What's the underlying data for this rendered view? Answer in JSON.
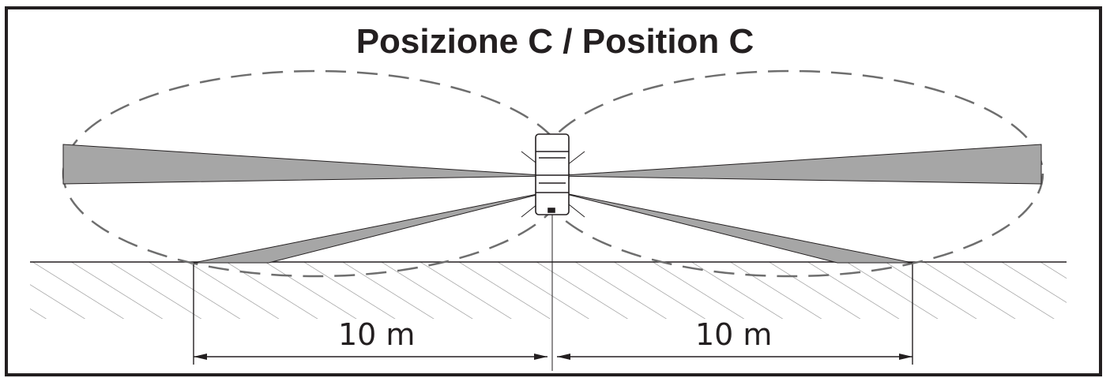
{
  "title": "Posizione C / Position C",
  "dimensions": {
    "left_label": "10 m",
    "right_label": "10 m"
  },
  "colors": {
    "ink": "#231f20",
    "beam_fill": "#a6a6a6",
    "dash": "#6e6e6e",
    "hatch": "#8a8a8a"
  }
}
